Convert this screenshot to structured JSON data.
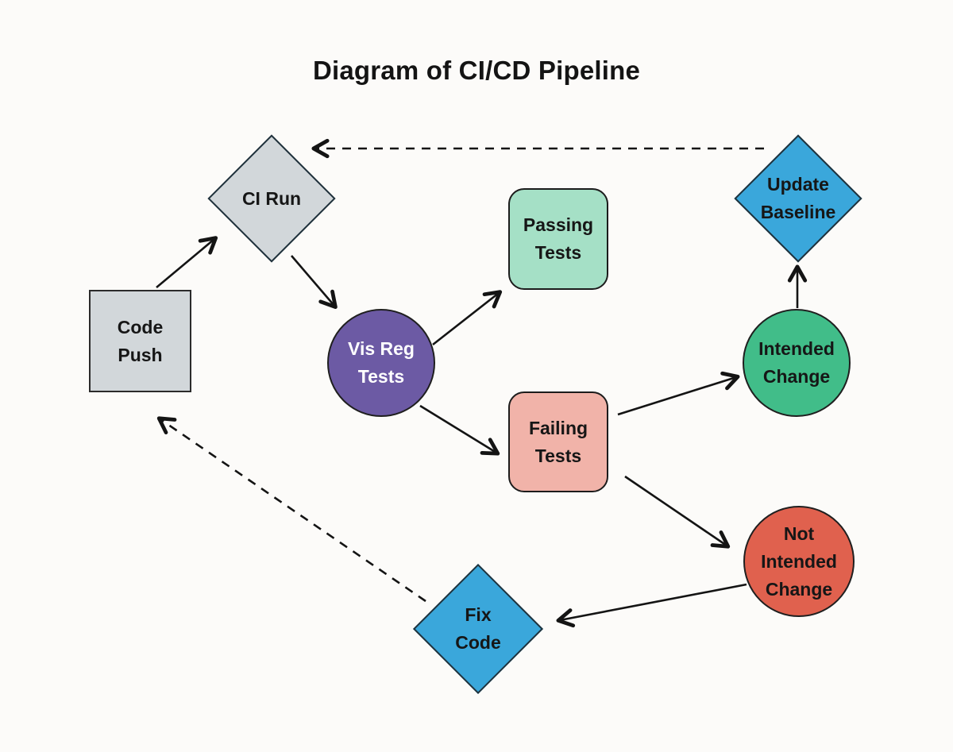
{
  "title": "Diagram of CI/CD Pipeline",
  "nodes": {
    "code_push": {
      "shape": "square",
      "lines": [
        "Code",
        "Push"
      ],
      "fill": "#d2d7da",
      "text_color": "#161616"
    },
    "ci_run": {
      "shape": "diamond",
      "lines": [
        "CI Run"
      ],
      "fill": "#d2d7da",
      "text_color": "#161616"
    },
    "vis_reg_tests": {
      "shape": "circle",
      "lines": [
        "Vis Reg",
        "Tests"
      ],
      "fill": "#6c5aa4",
      "text_color": "#ffffff"
    },
    "passing_tests": {
      "shape": "rounded-square",
      "lines": [
        "Passing",
        "Tests"
      ],
      "fill": "#a5e0c6",
      "text_color": "#161616"
    },
    "failing_tests": {
      "shape": "rounded-square",
      "lines": [
        "Failing",
        "Tests"
      ],
      "fill": "#f1b3a9",
      "text_color": "#161616"
    },
    "intended_change": {
      "shape": "circle",
      "lines": [
        "Intended",
        "Change"
      ],
      "fill": "#41bd89",
      "text_color": "#161616"
    },
    "not_intended_change": {
      "shape": "circle",
      "lines": [
        "Not",
        "Intended",
        "Change"
      ],
      "fill": "#e0614e",
      "text_color": "#161616"
    },
    "update_baseline": {
      "shape": "diamond",
      "lines": [
        "Update",
        "Baseline"
      ],
      "fill": "#3aa7db",
      "text_color": "#161616"
    },
    "fix_code": {
      "shape": "diamond",
      "lines": [
        "Fix",
        "Code"
      ],
      "fill": "#3aa7db",
      "text_color": "#161616"
    }
  },
  "edges": [
    {
      "from": "code_push",
      "to": "ci_run",
      "style": "solid"
    },
    {
      "from": "ci_run",
      "to": "vis_reg_tests",
      "style": "solid"
    },
    {
      "from": "vis_reg_tests",
      "to": "passing_tests",
      "style": "solid"
    },
    {
      "from": "vis_reg_tests",
      "to": "failing_tests",
      "style": "solid"
    },
    {
      "from": "failing_tests",
      "to": "intended_change",
      "style": "solid"
    },
    {
      "from": "failing_tests",
      "to": "not_intended_change",
      "style": "solid"
    },
    {
      "from": "intended_change",
      "to": "update_baseline",
      "style": "solid"
    },
    {
      "from": "not_intended_change",
      "to": "fix_code",
      "style": "solid"
    },
    {
      "from": "update_baseline",
      "to": "ci_run",
      "style": "dashed"
    },
    {
      "from": "fix_code",
      "to": "code_push",
      "style": "dashed"
    }
  ],
  "colors": {
    "background": "#fcfbf9",
    "edge_stroke": "#141414",
    "gray_node": "#d2d7da",
    "purple_node": "#6c5aa4",
    "mint_node": "#a5e0c6",
    "salmon_node": "#f1b3a9",
    "green_node": "#41bd89",
    "red_node": "#e0614e",
    "blue_node": "#3aa7db"
  }
}
